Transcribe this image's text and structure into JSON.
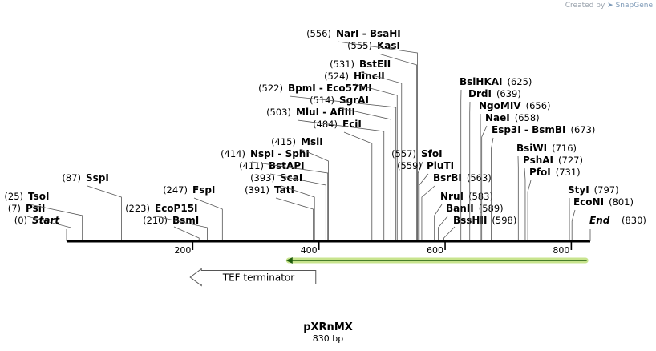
{
  "credit": {
    "created_by": "Created by",
    "brand": "SnapGene"
  },
  "plasmid": {
    "name": "pXRnMX",
    "length_label": "830 bp",
    "length_bp": 830
  },
  "axis": {
    "ticks": [
      200,
      400,
      600,
      800
    ]
  },
  "ends": [
    {
      "name": "Start",
      "pos": 0,
      "pos_label": "(0)"
    },
    {
      "name": "End",
      "pos": 830,
      "pos_label": "(830)"
    }
  ],
  "sites": [
    {
      "name": "PsiI",
      "pos": 7,
      "pos_label": "(7)"
    },
    {
      "name": "TsoI",
      "pos": 25,
      "pos_label": "(25)"
    },
    {
      "name": "SspI",
      "pos": 87,
      "pos_label": "(87)"
    },
    {
      "name": "BsmI",
      "pos": 210,
      "pos_label": "(210)"
    },
    {
      "name": "EcoP15I",
      "pos": 223,
      "pos_label": "(223)"
    },
    {
      "name": "FspI",
      "pos": 247,
      "pos_label": "(247)"
    },
    {
      "name": "TatI",
      "pos": 391,
      "pos_label": "(391)"
    },
    {
      "name": "ScaI",
      "pos": 393,
      "pos_label": "(393)"
    },
    {
      "name": "BstAPI",
      "pos": 411,
      "pos_label": "(411)"
    },
    {
      "name": "NspI - SphI",
      "pos": 414,
      "pos_label": "(414)"
    },
    {
      "name": "MslI",
      "pos": 415,
      "pos_label": "(415)"
    },
    {
      "name": "EciI",
      "pos": 484,
      "pos_label": "(484)"
    },
    {
      "name": "MluI - AflIII",
      "pos": 503,
      "pos_label": "(503)"
    },
    {
      "name": "SgrAI",
      "pos": 514,
      "pos_label": "(514)"
    },
    {
      "name": "BpmI - Eco57MI",
      "pos": 522,
      "pos_label": "(522)"
    },
    {
      "name": "HincII",
      "pos": 524,
      "pos_label": "(524)"
    },
    {
      "name": "BstEII",
      "pos": 531,
      "pos_label": "(531)"
    },
    {
      "name": "KasI",
      "pos": 555,
      "pos_label": "(555)"
    },
    {
      "name": "NarI - BsaHI",
      "pos": 556,
      "pos_label": "(556)"
    },
    {
      "name": "SfoI",
      "pos": 557,
      "pos_label": "(557)"
    },
    {
      "name": "PluTI",
      "pos": 559,
      "pos_label": "(559)"
    },
    {
      "name": "BsrBI",
      "pos": 563,
      "pos_label": "(563)"
    },
    {
      "name": "NruI",
      "pos": 583,
      "pos_label": "(583)"
    },
    {
      "name": "BanII",
      "pos": 589,
      "pos_label": "(589)"
    },
    {
      "name": "BssHII",
      "pos": 598,
      "pos_label": "(598)"
    },
    {
      "name": "BsiHKAI",
      "pos": 625,
      "pos_label": "(625)"
    },
    {
      "name": "DrdI",
      "pos": 639,
      "pos_label": "(639)"
    },
    {
      "name": "NgoMIV",
      "pos": 656,
      "pos_label": "(656)"
    },
    {
      "name": "NaeI",
      "pos": 658,
      "pos_label": "(658)"
    },
    {
      "name": "Esp3I - BsmBI",
      "pos": 673,
      "pos_label": "(673)"
    },
    {
      "name": "BsiWI",
      "pos": 716,
      "pos_label": "(716)"
    },
    {
      "name": "PshAI",
      "pos": 727,
      "pos_label": "(727)"
    },
    {
      "name": "PfoI",
      "pos": 731,
      "pos_label": "(731)"
    },
    {
      "name": "StyI",
      "pos": 797,
      "pos_label": "(797)"
    },
    {
      "name": "EcoNI",
      "pos": 801,
      "pos_label": "(801)"
    }
  ],
  "features": [
    {
      "name": "TEF terminator",
      "start": 196,
      "end": 395,
      "direction": "reverse",
      "color": "#ffffff"
    }
  ],
  "orf": {
    "start": 348,
    "end": 827,
    "direction": "reverse",
    "color": "#9acd32"
  }
}
